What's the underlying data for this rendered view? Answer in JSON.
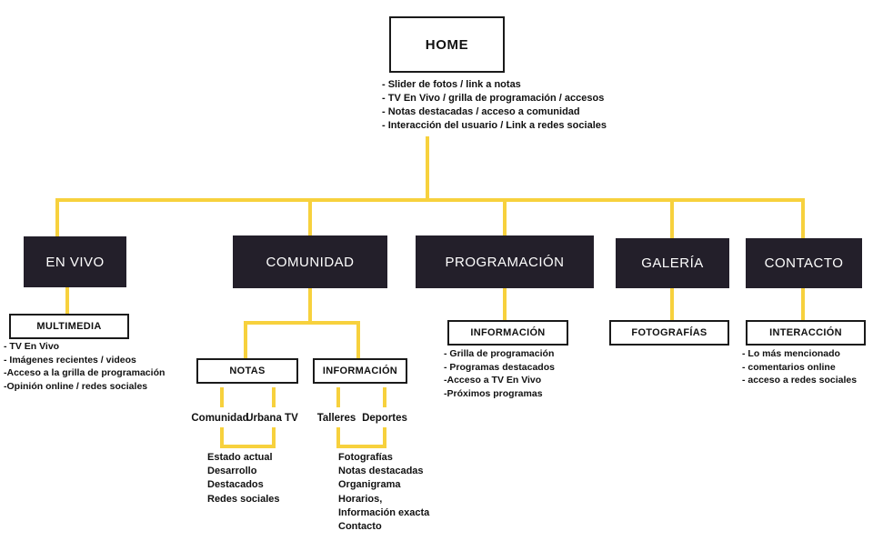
{
  "diagram": {
    "title_node": {
      "label": "HOME"
    },
    "home_bullets": [
      "- Slider de fotos / link a notas",
      "- TV En Vivo / grilla de programación / accesos",
      "- Notas destacadas / acceso a comunidad",
      "- Interacción del usuario / Link a redes sociales"
    ],
    "sections": {
      "en_vivo": {
        "label": "EN VIVO",
        "sub_label": "MULTIMEDIA",
        "bullets": [
          "- TV En Vivo",
          "- Imágenes recientes  / videos",
          "-Acceso a la grilla de programación",
          "-Opinión online / redes sociales"
        ]
      },
      "comunidad": {
        "label": "COMUNIDAD",
        "sub_notas": "NOTAS",
        "sub_informacion": "INFORMACIÓN",
        "leaf_comunidad": "Comunidad",
        "leaf_urbana_tv": "Urbana TV",
        "leaf_talleres": "Talleres",
        "leaf_deportes": "Deportes",
        "notas_items": [
          "Estado actual",
          "Desarrollo",
          "Destacados",
          "Redes sociales"
        ],
        "informacion_items": [
          "Fotografías",
          "Notas destacadas",
          "Organigrama",
          "Horarios,",
          "Información exacta",
          "Contacto"
        ]
      },
      "programacion": {
        "label": "PROGRAMACIÓN",
        "sub_label": "INFORMACIÓN",
        "bullets": [
          "- Grilla de programación",
          "- Programas destacados",
          "-Acceso a TV En Vivo",
          "-Próximos programas"
        ]
      },
      "galeria": {
        "label": "GALERÍA",
        "sub_label": "FOTOGRAFÍAS",
        "bullets": []
      },
      "contacto": {
        "label": "CONTACTO",
        "sub_label": "INTERACCIÓN",
        "bullets": [
          "- Lo más mencionado",
          "- comentarios online",
          "- acceso a redes sociales"
        ]
      }
    },
    "colors": {
      "accent": "#F7D13D",
      "node_dark": "#231F2A",
      "text": "#111111",
      "background": "#FFFFFF"
    }
  }
}
